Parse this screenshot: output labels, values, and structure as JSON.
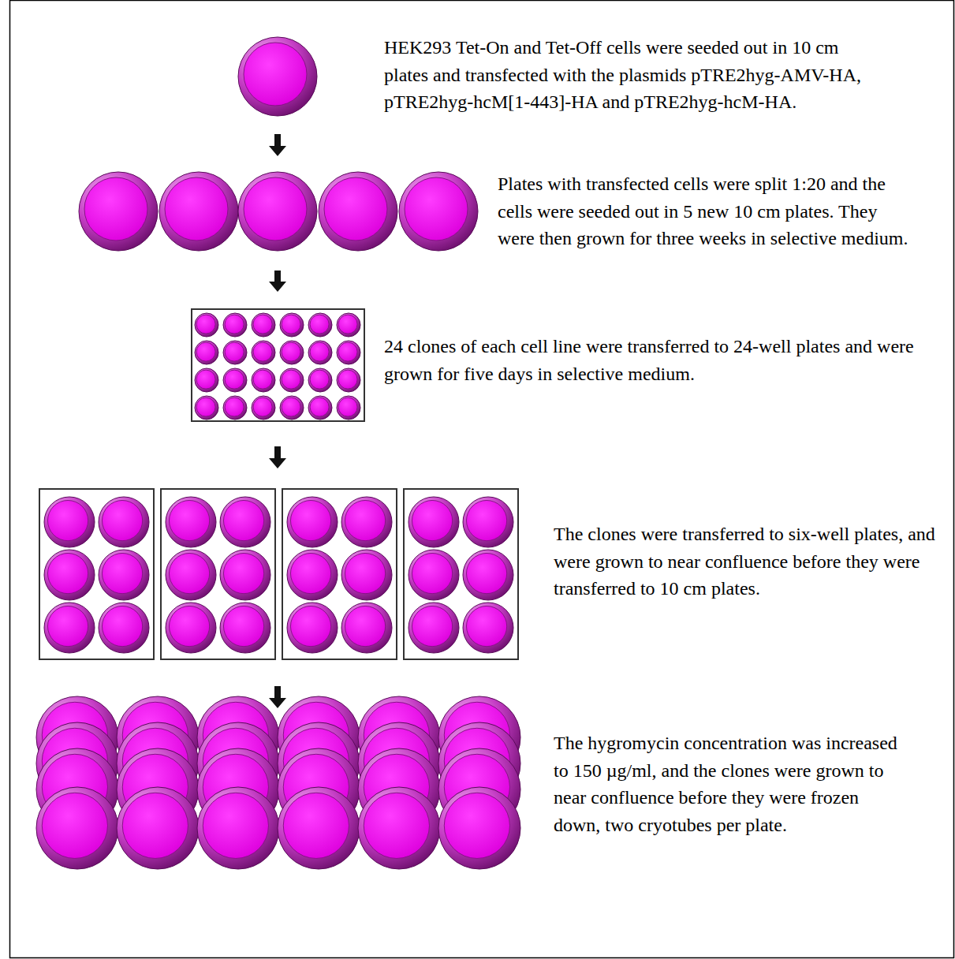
{
  "diagram": {
    "labels": [
      "HEK293 Tet-On and Tet-Off cells were seeded out in 10 cm plates and transfected with the plasmids pTRE2hyg-AMV-HA, pTRE2hyg-hcM[1-443]-HA and pTRE2hyg-hcM-HA.",
      "Plates with transfected cells were split 1:20 and the cells were seeded out in 5 new 10 cm plates. They were then grown for three weeks in selective medium.",
      "24 clones of each cell line were transferred to 24-well plates and were grown for five days in selective medium.",
      "The clones were transferred to six-well plates, and were grown to near confluence before they were transferred to 10 cm plates.",
      "The hygromycin concentration was increased to 150 µg/ml, and the clones were grown to near confluence before they were frozen down, two cryotubes per plate."
    ]
  }
}
